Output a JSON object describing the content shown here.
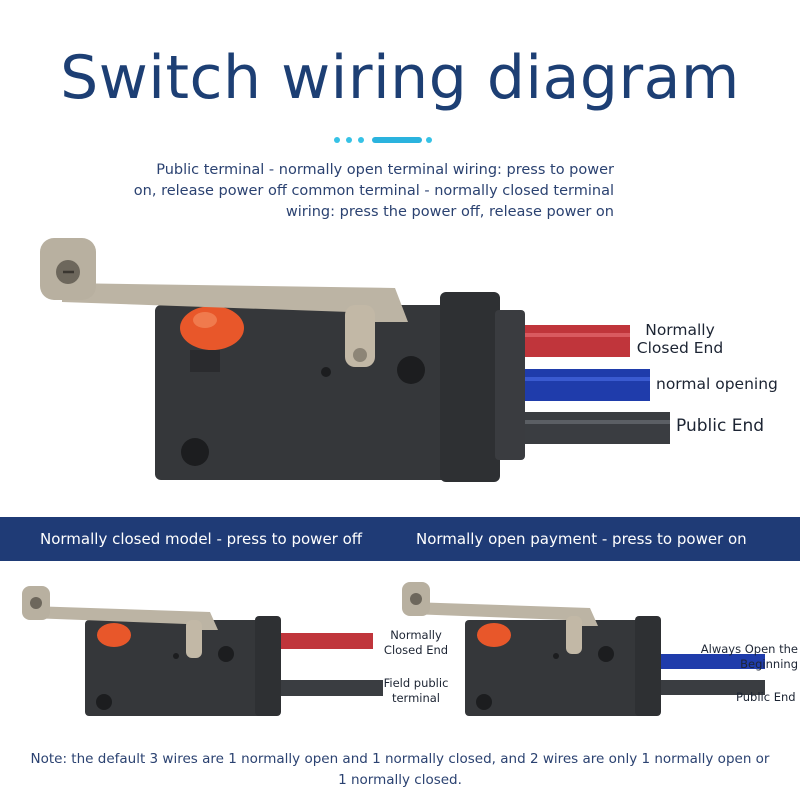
{
  "title": "Switch wiring diagram",
  "description": "Public terminal - normally open terminal wiring: press to power on, release power off common terminal - normally closed terminal wiring: press the power off, release power on",
  "main_diagram": {
    "labels": {
      "normally_closed": "Normally Closed End",
      "normal_opening": "normal opening",
      "public_end": "Public End"
    },
    "wire_colors": {
      "red": "#c0353b",
      "blue": "#1f3cab",
      "black": "#3a3d41"
    }
  },
  "banner": {
    "left": "Normally closed model - press to power off",
    "right": "Normally open payment - press to power on"
  },
  "left_diagram": {
    "labels": {
      "normally_closed": "Normally Closed End",
      "field_public": "Field public terminal"
    }
  },
  "right_diagram": {
    "labels": {
      "always_open": "Always Open the Beginning",
      "public_end": "Public End"
    }
  },
  "note": "Note: the default 3 wires are 1 normally open and 1 normally closed, and 2 wires are only 1 normally open or 1 normally closed.",
  "colors": {
    "title": "#1d3f74",
    "banner": "#1f3b76",
    "accent": "#36c2e6",
    "switch_body": "#35373a",
    "actuator": "#e8572a",
    "lever": "#bcb4a4"
  }
}
